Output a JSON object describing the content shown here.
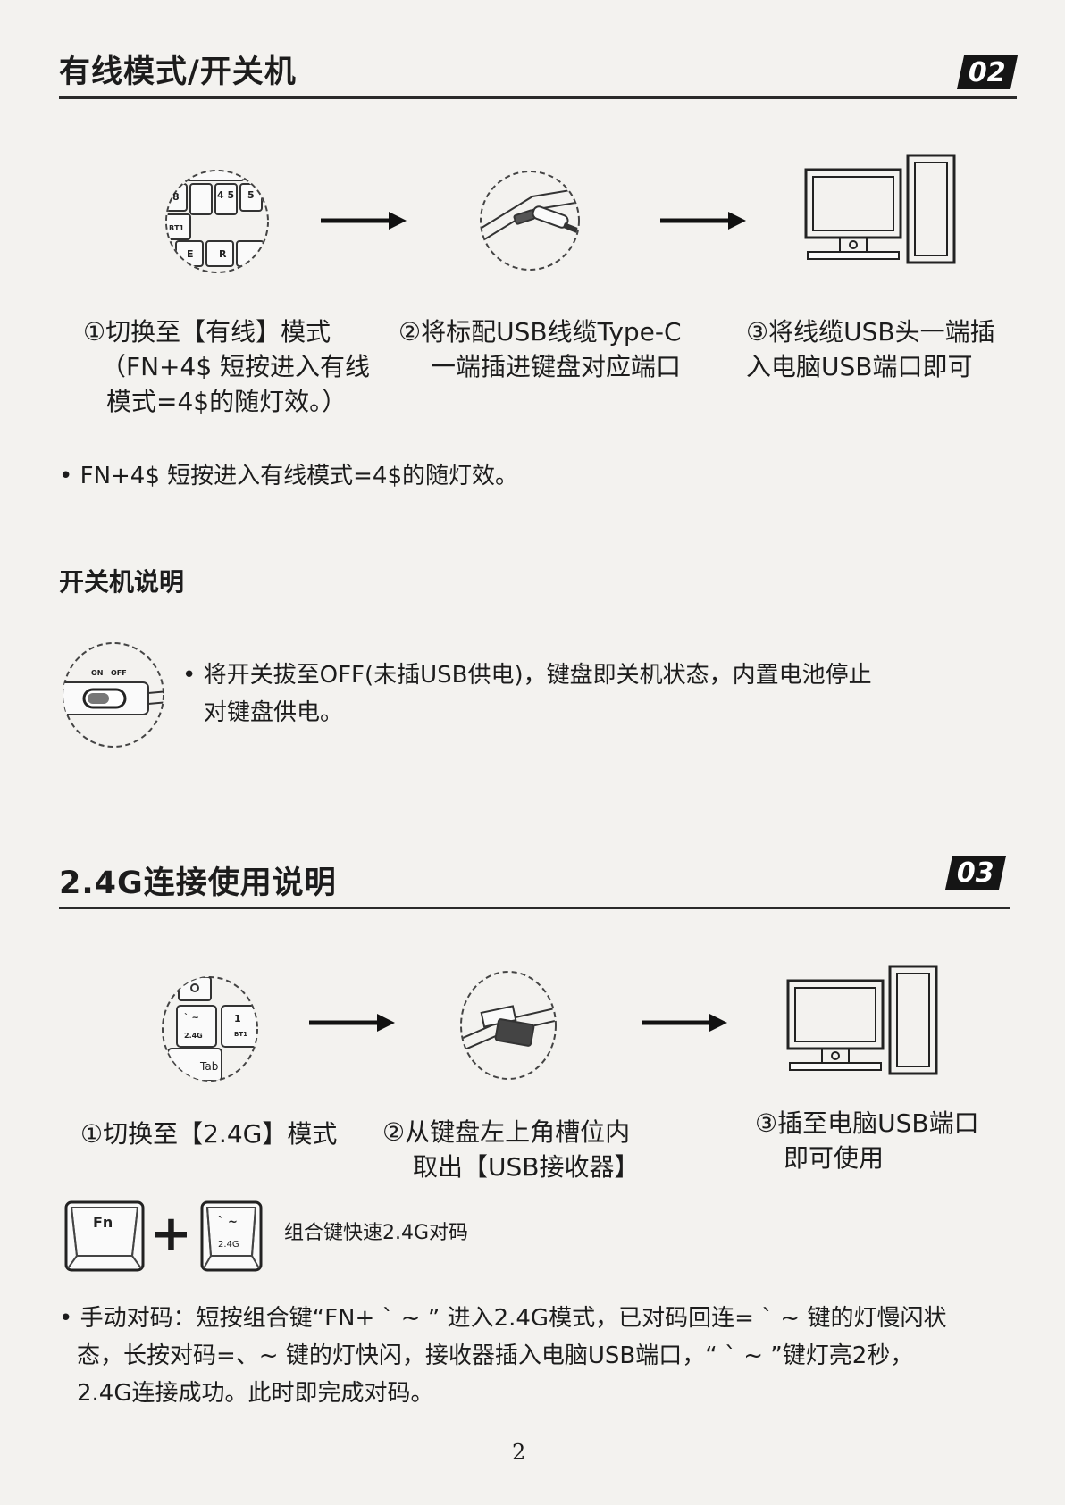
{
  "section1": {
    "title": "有线模式/开关机",
    "badge": "02",
    "figures": {
      "key_labels": [
        "8",
        "4 5",
        "5",
        "BT1",
        "E",
        "R"
      ]
    },
    "steps": [
      {
        "lines": [
          "①切换至【有线】模式",
          "（FN+4$ 短按进入有线",
          "模式=4$的随灯效。）"
        ]
      },
      {
        "lines": [
          "②将标配USB线缆Type-C",
          "一端插进键盘对应端口"
        ]
      },
      {
        "lines": [
          "③将线缆USB头一端插",
          "入电脑USB端口即可"
        ]
      }
    ],
    "note": "FN+4$ 短按进入有线模式=4$的随灯效。"
  },
  "power": {
    "subtitle": "开关机说明",
    "switch_on": "ON",
    "switch_off": "OFF",
    "lines": [
      "将开关拔至OFF(未插USB供电)，键盘即关机状态，内置电池停止",
      "对键盘供电。"
    ]
  },
  "section2": {
    "title": "2.4G连接使用说明",
    "badge": "03",
    "figures": {
      "key_labels": [
        "2.4G",
        "1",
        "BT1",
        "Tab"
      ]
    },
    "steps": [
      {
        "lines": [
          "①切换至【2.4G】模式"
        ]
      },
      {
        "lines": [
          "②从键盘左上角槽位内",
          "取出【USB接收器】"
        ]
      },
      {
        "lines": [
          "③插至电脑USB端口",
          "即可使用"
        ]
      }
    ],
    "combo": {
      "key1": "Fn",
      "plus": "+",
      "key2_top": "` ~",
      "key2_bottom": "2.4G",
      "label": "组合键快速2.4G对码"
    },
    "note_lines": [
      "手动对码：短按组合键“FN+ ` ~ ” 进入2.4G模式，已对码回连= ` ~ 键的灯慢闪状",
      "态，长按对码=、~ 键的灯快闪，接收器插入电脑USB端口，“ ` ~ ”键灯亮2秒，",
      "2.4G连接成功。此时即完成对码。"
    ]
  },
  "page_number": "2"
}
